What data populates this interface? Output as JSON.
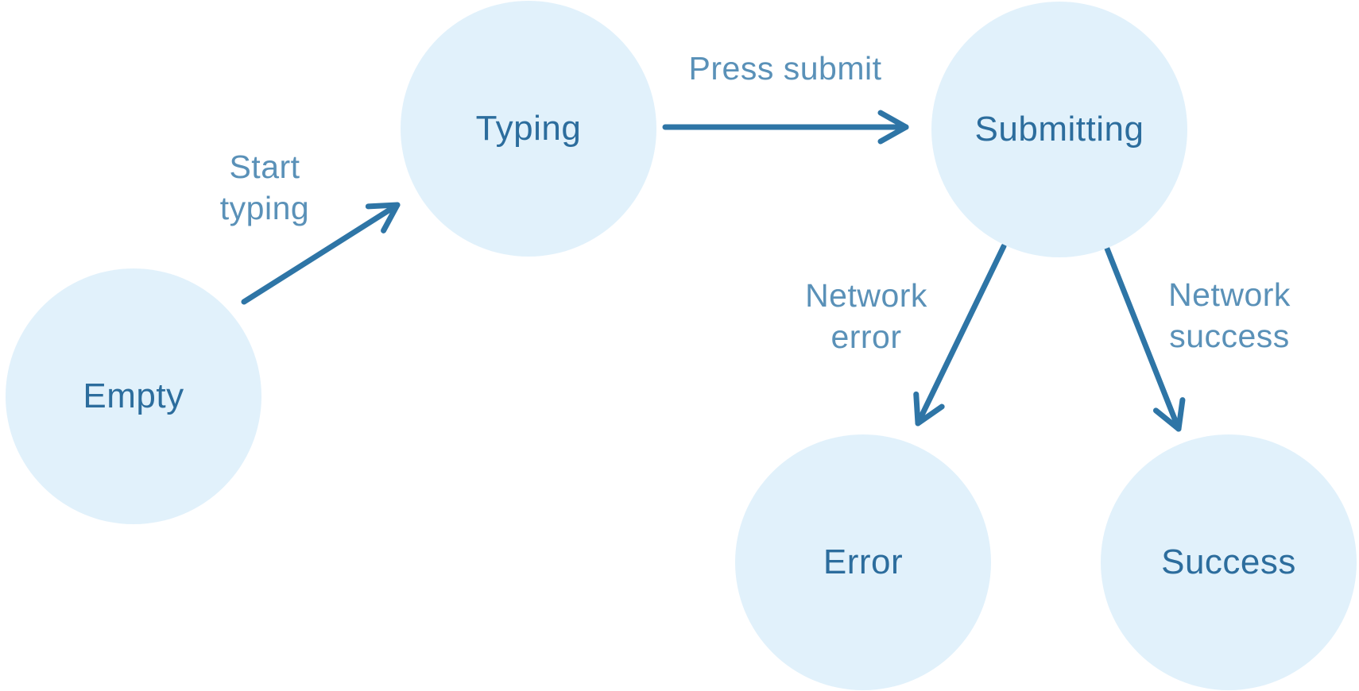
{
  "diagram": {
    "type": "state-machine",
    "states": [
      {
        "id": "empty",
        "label": "Empty"
      },
      {
        "id": "typing",
        "label": "Typing"
      },
      {
        "id": "submitting",
        "label": "Submitting"
      },
      {
        "id": "error",
        "label": "Error"
      },
      {
        "id": "success",
        "label": "Success"
      }
    ],
    "transitions": [
      {
        "from": "empty",
        "to": "typing",
        "label": "Start typing"
      },
      {
        "from": "typing",
        "to": "submitting",
        "label": "Press submit"
      },
      {
        "from": "submitting",
        "to": "error",
        "label": "Network error"
      },
      {
        "from": "submitting",
        "to": "success",
        "label": "Network success"
      }
    ],
    "colors": {
      "node_fill": "#E1F1FB",
      "node_text": "#2C6D9D",
      "arrow": "#2E75A6",
      "transition_label_text": "rgba(44,114,164,0.78)",
      "background": "#FFFFFF"
    }
  }
}
